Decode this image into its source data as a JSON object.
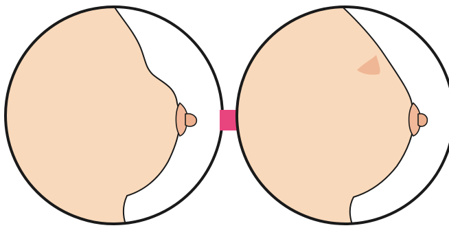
{
  "diagram": {
    "panels": [
      {
        "id": "before",
        "icon": "breast-before-illustration"
      },
      {
        "id": "after",
        "icon": "breast-after-illustration"
      }
    ],
    "transition": {
      "icon": "right-arrow-icon"
    },
    "colors": {
      "skin": "#F9D9BB",
      "skin_shadow": "#F2C7A3",
      "areola": "#F1B99A",
      "nipple": "#EDB08E",
      "outline": "#1A1A1A",
      "background": "#FFFFFF",
      "arrow": "#E8457E",
      "after_mark": "#EDB08E"
    }
  }
}
